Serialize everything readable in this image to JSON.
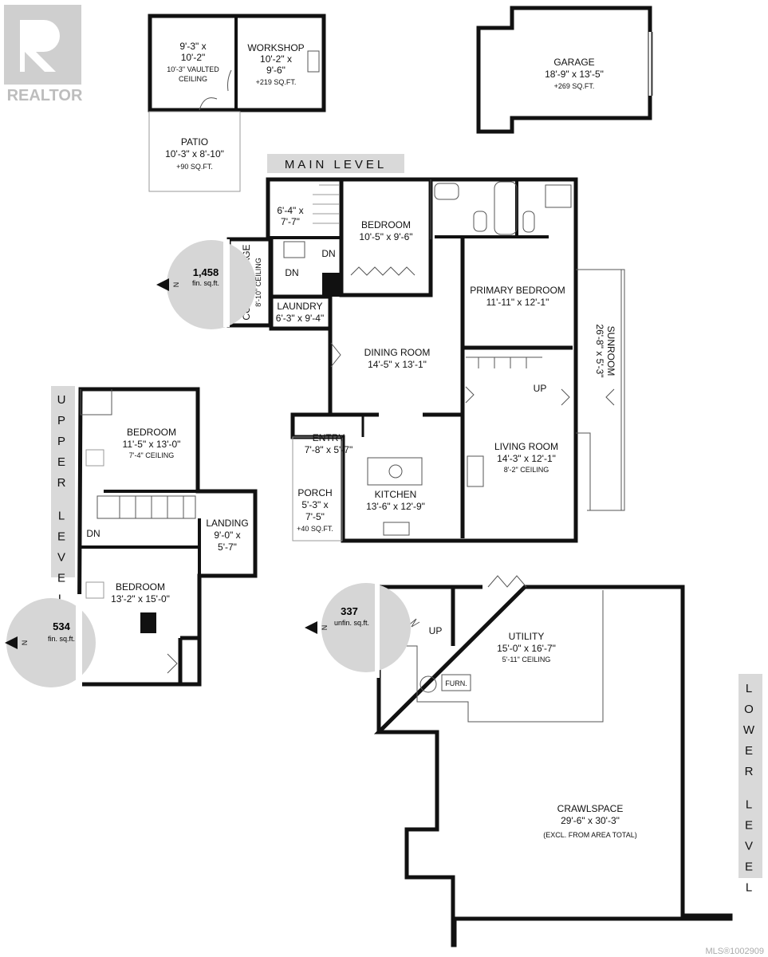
{
  "watermark": {
    "brand": "REALTOR",
    "mls": "MLS®1002909"
  },
  "levels": {
    "main": "MAIN LEVEL",
    "upper": "UPPER LEVEL",
    "lower": "LOWER LEVEL"
  },
  "areas": {
    "main": {
      "value": "1,458",
      "unit": "fin. sq.ft."
    },
    "upper": {
      "value": "534",
      "unit": "fin. sq.ft."
    },
    "lower": {
      "value": "337",
      "unit": "unfin. sq.ft."
    }
  },
  "compass": "N",
  "outbuildings": {
    "shed": {
      "dims1": "9'-3\" x",
      "dims2": "10'-2\"",
      "ceil1": "10'-3\" VAULTED",
      "ceil2": "CEILING"
    },
    "workshop": {
      "name": "WORKSHOP",
      "dims1": "10'-2\" x",
      "dims2": "9'-6\"",
      "area": "+219 SQ.FT."
    },
    "patio": {
      "name": "PATIO",
      "dims": "10'-3\" x 8'-10\"",
      "area": "+90 SQ.FT."
    },
    "garage": {
      "name": "GARAGE",
      "dims": "18'-9\" x 13'-5\"",
      "area": "+269 SQ.FT."
    }
  },
  "main_rooms": {
    "closet": {
      "dims1": "6'-4\" x",
      "dims2": "7'-7\""
    },
    "bedroom": {
      "name": "BEDROOM",
      "dims": "10'-5\" x 9'-6\""
    },
    "cold_storage": {
      "name": "COLD STORAGE",
      "ceil": "8'-10\" CEILING"
    },
    "laundry": {
      "name": "LAUNDRY",
      "dims": "6'-3\" x 9'-4\""
    },
    "primary": {
      "name": "PRIMARY BEDROOM",
      "dims": "11'-11\" x 12'-1\""
    },
    "sunroom": {
      "name": "SUNROOM",
      "dims": "26'-8\" x 5'-3\""
    },
    "dining": {
      "name": "DINING ROOM",
      "dims": "14'-5\" x 13'-1\""
    },
    "entry": {
      "name": "ENTRY",
      "dims": "7'-8\" x 5'-7\""
    },
    "porch": {
      "name": "PORCH",
      "dims1": "5'-3\" x",
      "dims2": "7'-5\"",
      "area": "+40 SQ.FT."
    },
    "kitchen": {
      "name": "KITCHEN",
      "dims": "13'-6\" x 12'-9\""
    },
    "living": {
      "name": "LIVING ROOM",
      "dims": "14'-3\" x 12'-1\"",
      "ceil": "8'-2\" CEILING"
    },
    "dn1": "DN",
    "dn2": "DN",
    "up": "UP"
  },
  "upper_rooms": {
    "bedroom1": {
      "name": "BEDROOM",
      "dims": "11'-5\" x 13'-0\"",
      "ceil": "7'-4\" CEILING"
    },
    "landing": {
      "name": "LANDING",
      "dims1": "9'-0\" x",
      "dims2": "5'-7\""
    },
    "bedroom2": {
      "name": "BEDROOM",
      "dims": "13'-2\" x 15'-0\""
    },
    "dn": "DN"
  },
  "lower_rooms": {
    "utility": {
      "name": "UTILITY",
      "dims": "15'-0\" x 16'-7\"",
      "ceil": "5'-11\" CEILING"
    },
    "furnace": "FURN.",
    "up": "UP",
    "crawlspace": {
      "name": "CRAWLSPACE",
      "dims": "29'-6\" x 30'-3\"",
      "note": "(EXCL. FROM AREA TOTAL)"
    }
  }
}
